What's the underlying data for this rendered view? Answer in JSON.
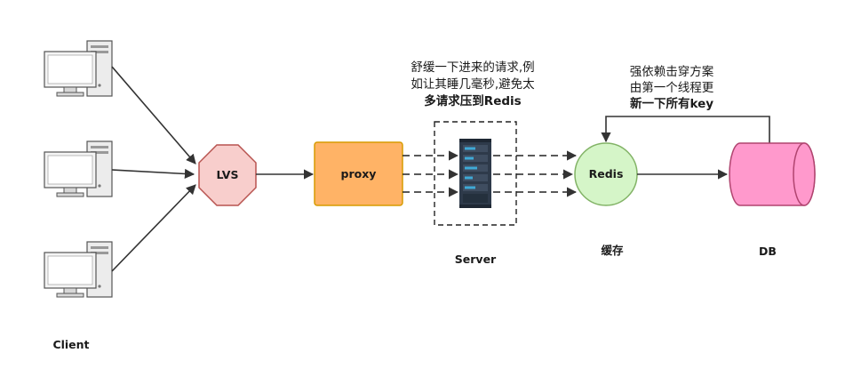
{
  "nodes": {
    "lvs": "LVS",
    "proxy": "proxy",
    "redis": "Redis",
    "server": "Server",
    "cache": "缓存",
    "db": "DB",
    "client": "Client"
  },
  "notes": {
    "throttle": [
      "舒缓一下进来的请求,例",
      "如让其睡几毫秒,避免太",
      "多请求压到Redis"
    ],
    "rebuild": [
      "强依赖击穿方案",
      "由第一个线程更",
      "新一下所有key"
    ]
  },
  "colors": {
    "lvs_fill": "#f8cecc",
    "lvs_stroke": "#b85450",
    "proxy_fill": "#ffb366",
    "proxy_stroke": "#d79b00",
    "redis_fill": "#d5f5c8",
    "redis_stroke": "#82b366",
    "db_fill": "#ff99cc",
    "db_stroke": "#b0446f",
    "server_dark": "#2e3a4a",
    "server_accent": "#3fa9d6",
    "edge": "#333333"
  },
  "icons": {
    "client_pc": "desktop-computer-icon",
    "server": "server-rack-icon"
  }
}
